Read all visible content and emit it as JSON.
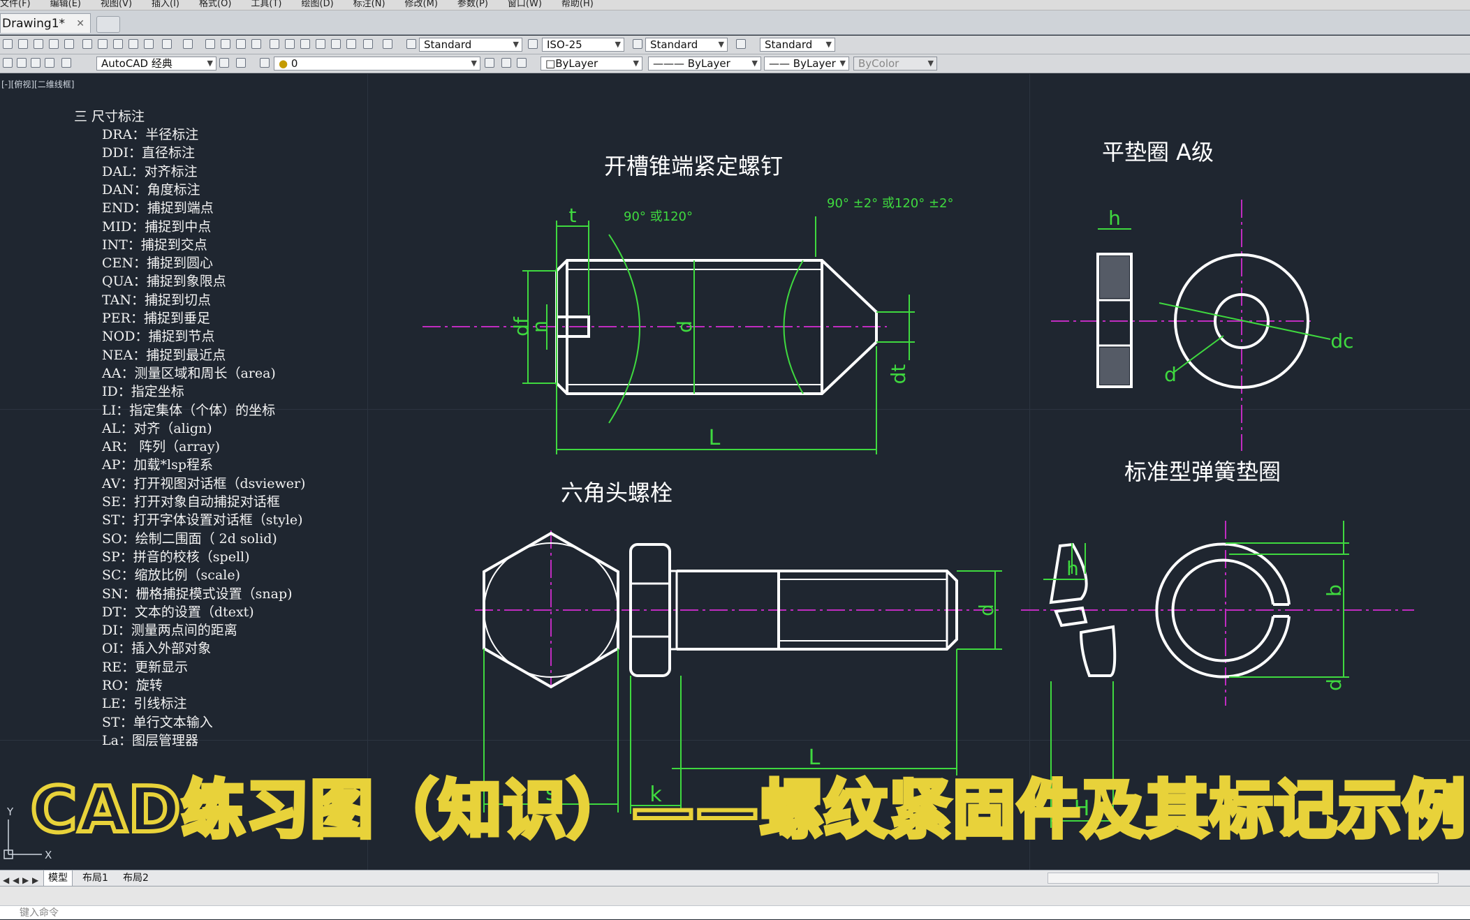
{
  "menu": [
    "文件(F)",
    "编辑(E)",
    "视图(V)",
    "插入(I)",
    "格式(O)",
    "工具(T)",
    "绘图(D)",
    "标注(N)",
    "修改(M)",
    "参数(P)",
    "窗口(W)",
    "帮助(H)"
  ],
  "tabs": {
    "active": "Drawing1*"
  },
  "toolbar1": {
    "text_style": "Standard",
    "dim_style": "ISO-25",
    "table_style": "Standard",
    "mleader_style": "Standard"
  },
  "toolbar2": {
    "workspace": "AutoCAD 经典",
    "layer": "0",
    "color": "ByLayer",
    "linetype": "ByLayer",
    "lineweight": "ByLayer",
    "plotstyle": "ByColor"
  },
  "viewport": {
    "label": "[-][俯视][二维线框]"
  },
  "cmd_section": {
    "heading": "三  尺寸标注",
    "items": [
      "DRA：半径标注",
      "DDI：直径标注",
      "DAL：对齐标注",
      "DAN：角度标注",
      "END：捕捉到端点",
      "MID：捕捉到中点",
      "INT：捕捉到交点",
      "CEN：捕捉到圆心",
      "QUA：捕捉到象限点",
      "TAN：捕捉到切点",
      "PER：捕捉到垂足",
      "NOD：捕捉到节点",
      "NEA：捕捉到最近点",
      "AA：测量区域和周长（area)",
      "ID：指定坐标",
      "LI：指定集体（个体）的坐标",
      "AL：对齐（align)",
      "AR：  阵列（array)",
      "AP：加载*lsp程系",
      "AV：打开视图对话框（dsviewer)",
      "SE：打开对象自动捕捉对话框",
      "ST：打开字体设置对话框（style)",
      "SO：绘制二围面（ 2d solid)",
      "SP：拼音的校核（spell)",
      "SC：缩放比例（scale)",
      "SN：栅格捕捉模式设置（snap)",
      "DT：文本的设置（dtext)",
      "DI：测量两点间的距离",
      "OI：插入外部对象",
      "RE：更新显示",
      "RO：旋转",
      "LE：引线标注",
      "ST：单行文本输入",
      "La：图层管理器"
    ]
  },
  "drawings": {
    "set_screw": {
      "title": "开槽锥端紧定螺钉",
      "angle1": "90° 或120°",
      "angle2": "90° ±2° 或120° ±2°",
      "dim_t": "t",
      "dim_df": "df",
      "dim_n": "n",
      "dim_d": "d",
      "dim_dt": "dt",
      "dim_L": "L"
    },
    "flat_washer": {
      "title": "平垫圈  A级",
      "dim_h": "h",
      "dim_d": "d",
      "dim_dc": "dc"
    },
    "hex_bolt": {
      "title": "六角头螺栓",
      "dim_s": "s",
      "dim_k": "k",
      "dim_L": "L",
      "dim_d": "d"
    },
    "spring_washer": {
      "title": "标准型弹簧垫圈",
      "dim_h": "h",
      "dim_H": "H",
      "dim_b": "b",
      "dim_d": "d"
    }
  },
  "banner": {
    "text": "CAD练习图（知识）——螺纹紧固件及其标记示例"
  },
  "ucs": {
    "x": "X",
    "y": "Y"
  },
  "layout_tabs": [
    "模型",
    "布局1",
    "布局2"
  ],
  "command": {
    "placeholder": "键入命令"
  },
  "colors": {
    "background": "#1f2630",
    "geometry": "#ffffff",
    "dimension": "#3fd93f",
    "centerline": "#c02cc0",
    "banner_fill": "#1d2330",
    "banner_outline": "#e8d23a"
  }
}
